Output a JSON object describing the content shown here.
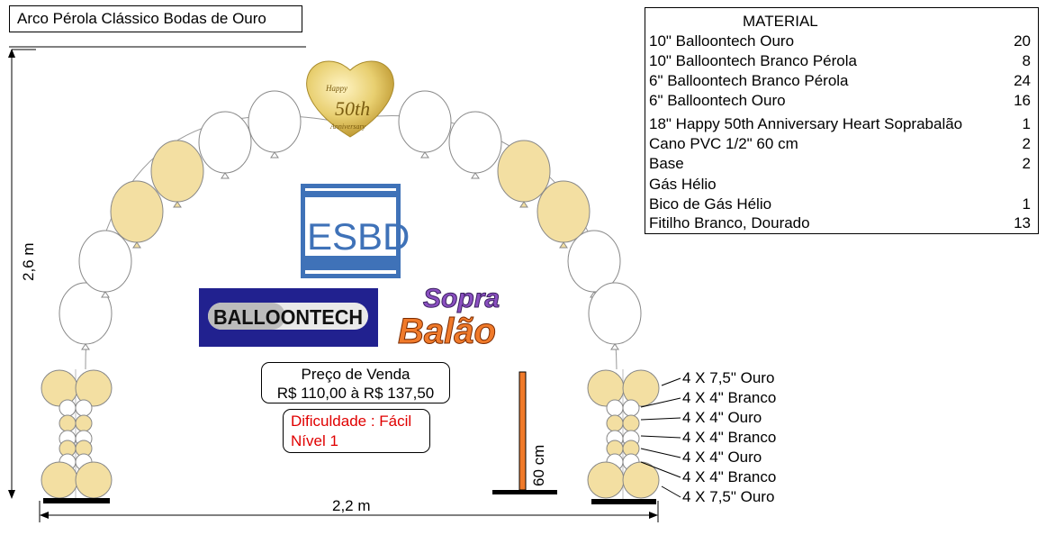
{
  "title": "Arco Pérola Clássico Bodas de Ouro",
  "material": {
    "heading": "MATERIAL",
    "items": [
      {
        "name": "10\" Balloontech Ouro",
        "qty": "20"
      },
      {
        "name": "10\" Balloontech Branco Pérola",
        "qty": "8"
      },
      {
        "name": "6\" Balloontech Branco Pérola",
        "qty": "24"
      },
      {
        "name": "6\" Balloontech Ouro",
        "qty": "16"
      },
      {
        "name": "18\" Happy 50th Anniversary Heart Soprabalão",
        "qty": "1"
      },
      {
        "name": "Cano PVC 1/2\" 60 cm",
        "qty": "2"
      },
      {
        "name": "Base",
        "qty": "2"
      },
      {
        "name": "Gás Hélio",
        "qty": ""
      },
      {
        "name": "Bico de Gás Hélio",
        "qty": "1"
      },
      {
        "name": "Fitilho Branco, Dourado",
        "qty": "13"
      }
    ]
  },
  "dimensions": {
    "height": "2,6 m",
    "width": "2,2 m",
    "pole": "60 cm"
  },
  "price": {
    "label": "Preço de Venda",
    "range": "R$ 110,00 à R$ 137,50"
  },
  "difficulty": {
    "line1": "Dificuldade : Fácil",
    "line2": "Nível 1"
  },
  "column_legend": [
    "4 X 7,5\" Ouro",
    "4 X 4\" Branco",
    "4 X 4\" Ouro",
    "4 X 4\" Branco",
    "4 X 4\" Ouro",
    "4 X 4\" Branco",
    "4 X 7,5\" Ouro"
  ],
  "logos": {
    "esbd": "ESBD",
    "balloontech": "BALLOONTECH",
    "sopra": "Sopra",
    "balao": "Balão",
    "heart_text_1": "Happy",
    "heart_text_2": "50th",
    "heart_text_3": "Anniversary"
  },
  "colors": {
    "gold": "#f3dfa2",
    "white": "#ffffff",
    "pole": "#f07a2a",
    "esbd_blue": "#3f72b8",
    "balloontech_navy": "#21218f",
    "difficulty_text": "#e00000"
  }
}
